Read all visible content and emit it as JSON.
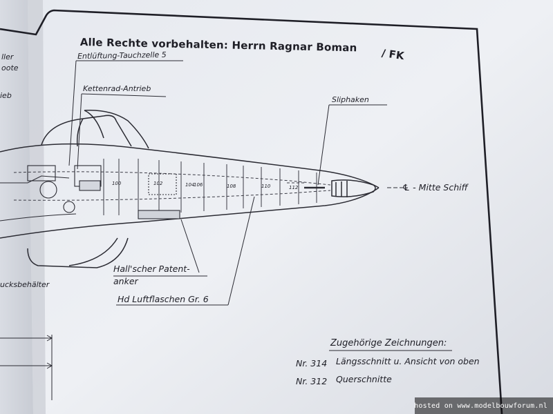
{
  "header": {
    "title": "Alle Rechte vorbehalten: Herrn Ragnar Boman",
    "suffix": "/ FK"
  },
  "labels": {
    "vent_cell": "Entlüftung-Tauchzelle 5",
    "chain_drive": "Kettenrad-Antrieb",
    "slip_hook": "Sliphaken",
    "centerline": "℄ - Mitte Schiff",
    "anchor_line1": "Hall'scher Patent-",
    "anchor_line2": "anker",
    "air_bottles": "Hd Luftflaschen Gr. 6",
    "edge_left_1": "ller",
    "edge_left_2": "oote",
    "edge_left_3": "ieb",
    "edge_left_4": "ucksbehälter"
  },
  "frame_numbers": [
    "100",
    "102",
    "104",
    "106",
    "108",
    "110",
    "112"
  ],
  "related": {
    "heading": "Zugehörige Zeichnungen:",
    "items": [
      {
        "number": "Nr. 314",
        "text": "Längsschnitt u. Ansicht von oben"
      },
      {
        "number": "Nr. 312",
        "text": "Querschnitte"
      }
    ]
  },
  "watermark": "hosted on www.modelbouwforum.nl",
  "colors": {
    "paper": "#eef0f4",
    "ink": "#1e1e26",
    "shadow": "#8c9098"
  }
}
